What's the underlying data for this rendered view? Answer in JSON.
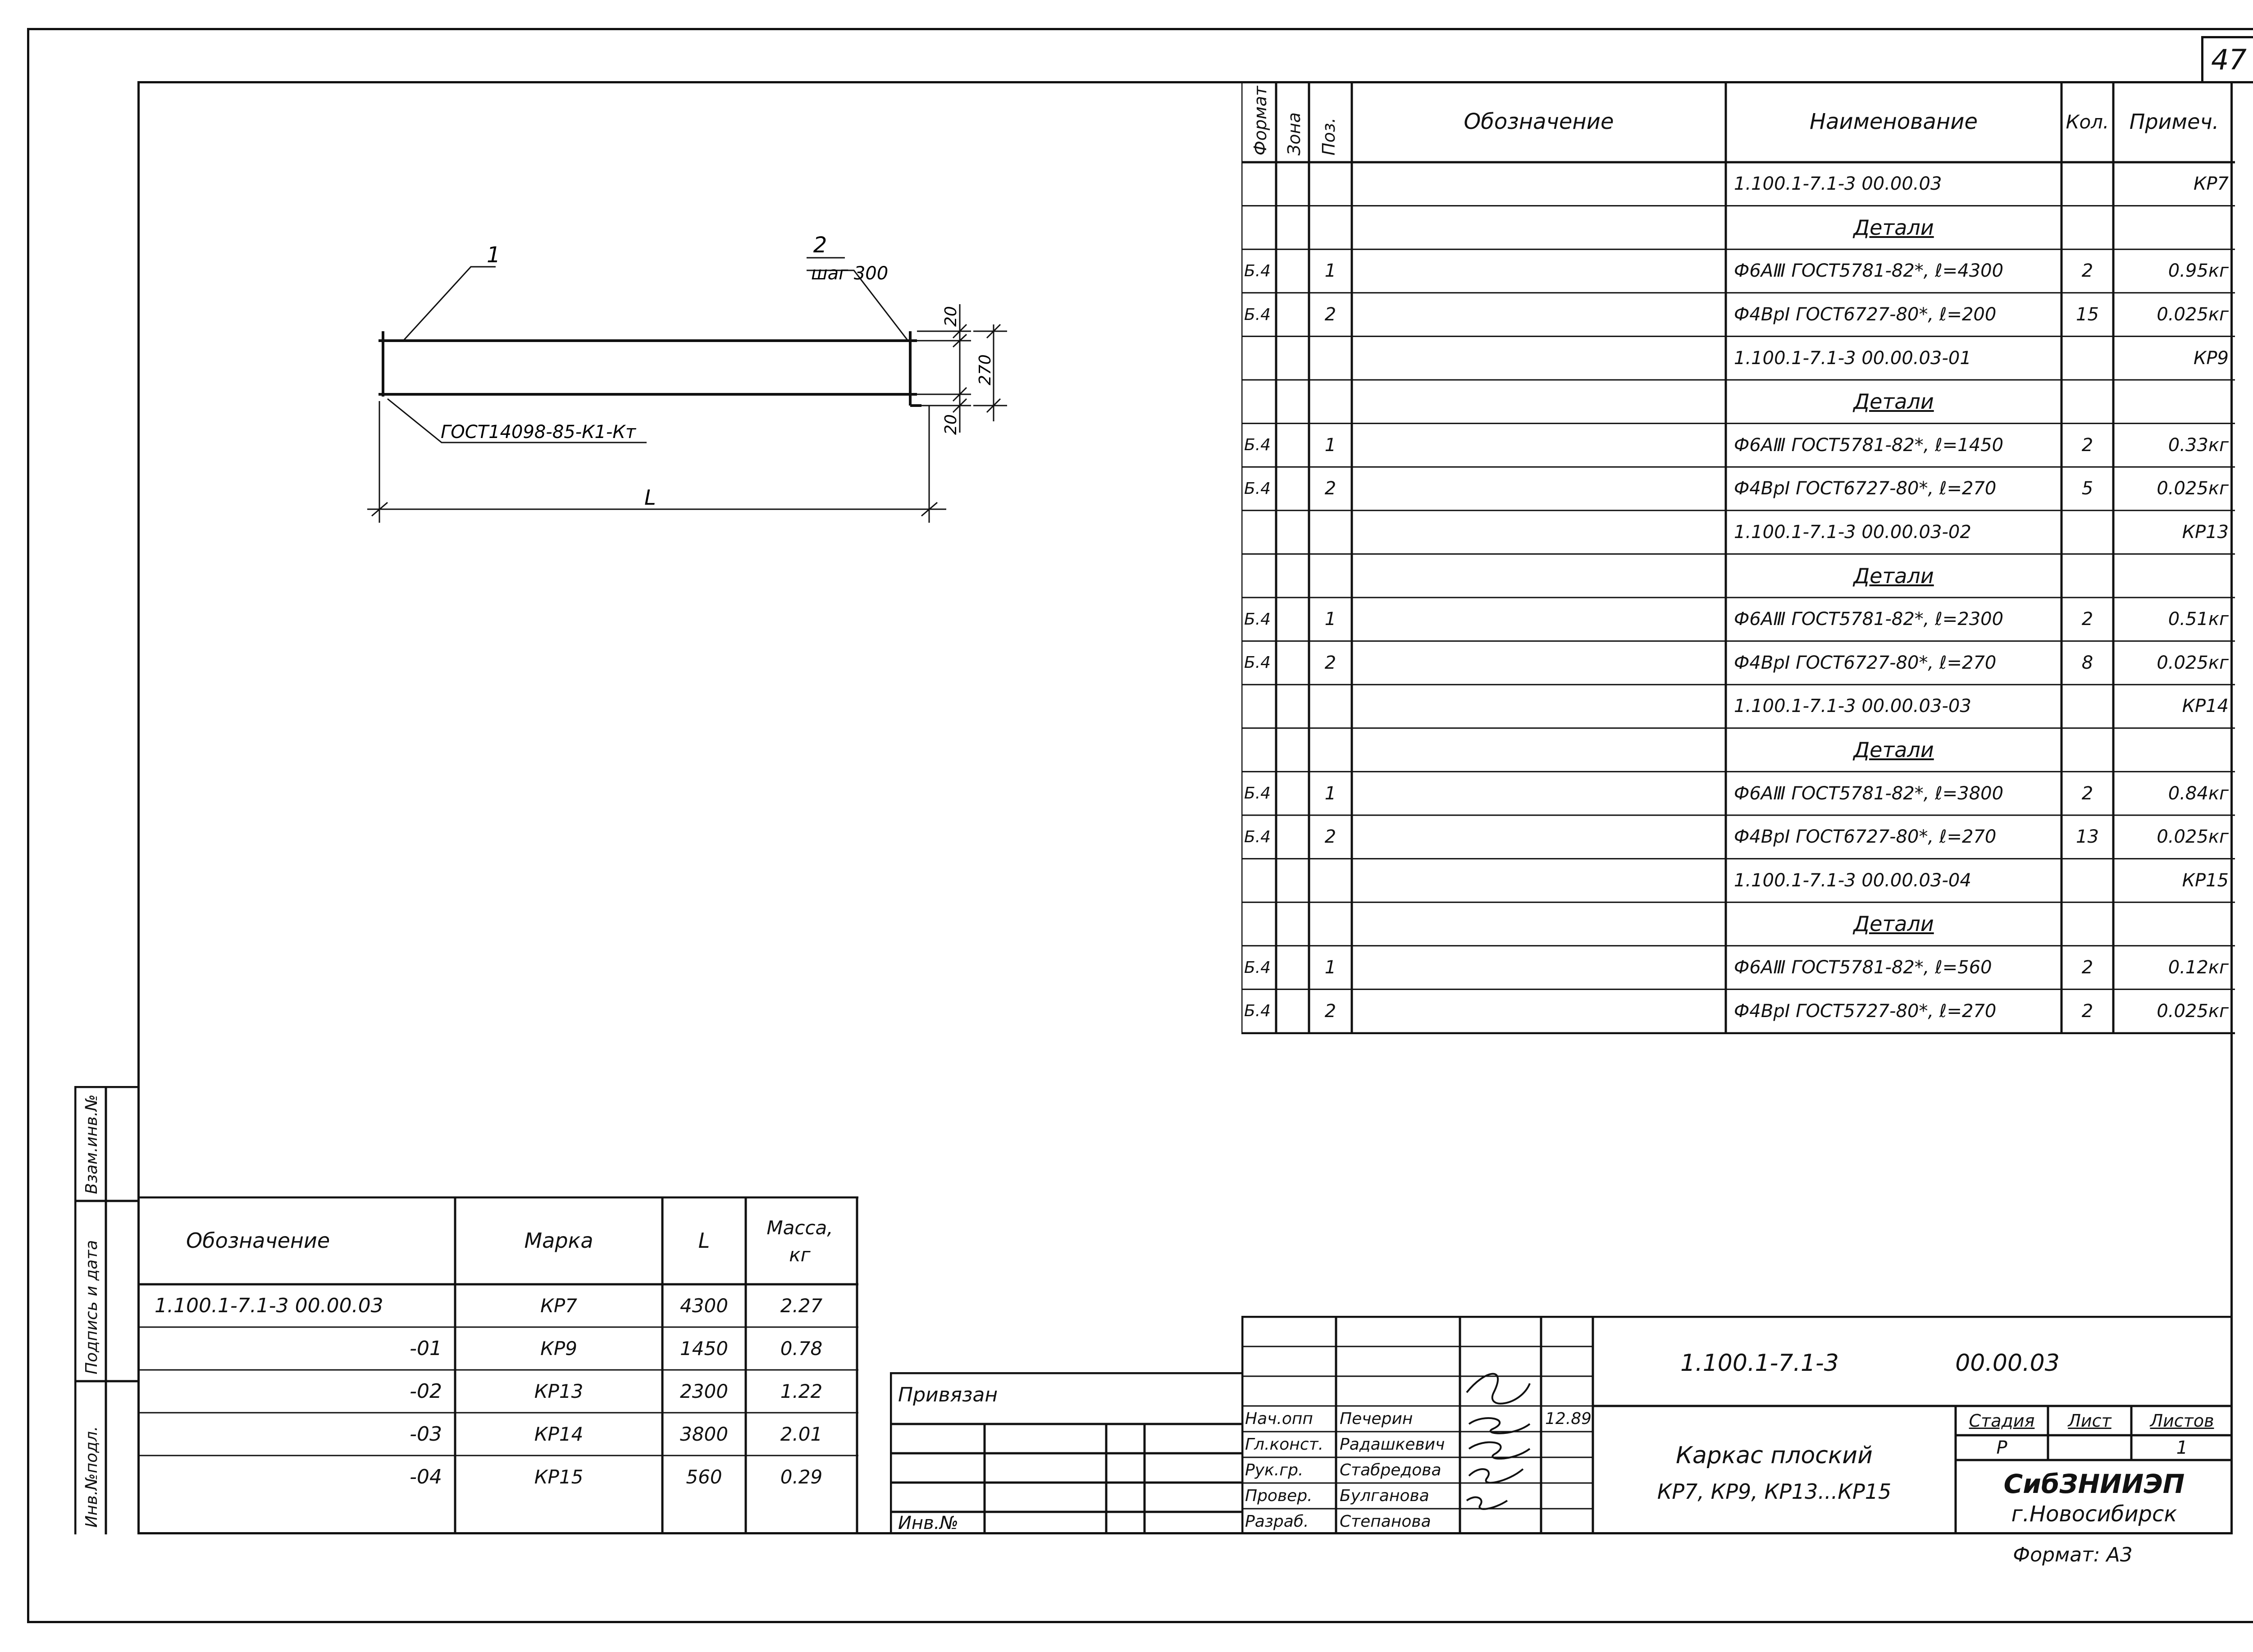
{
  "page_number": "47",
  "spec": {
    "headers": {
      "format": "Формат",
      "zone": "Зона",
      "pos": "Поз.",
      "designation": "Обозначение",
      "name": "Наименование",
      "qty": "Кол.",
      "note": "Примеч."
    },
    "rows": [
      {
        "format": "",
        "pos": "",
        "name": "1.100.1-7.1-3    00.00.03",
        "qty": "",
        "note": "КР7",
        "type": "assembly"
      },
      {
        "format": "",
        "pos": "",
        "name": "Детали",
        "qty": "",
        "note": "",
        "type": "section"
      },
      {
        "format": "Б.4",
        "pos": "1",
        "name": "Ф6АⅢ ГОСТ5781-82*,   ℓ=4300",
        "qty": "2",
        "note": "0.95кг",
        "type": "part"
      },
      {
        "format": "Б.4",
        "pos": "2",
        "name": "Ф4ВрⅠ ГОСТ6727-80*,   ℓ=200",
        "qty": "15",
        "note": "0.025кг",
        "type": "part"
      },
      {
        "format": "",
        "pos": "",
        "name": "1.100.1-7.1-3    00.00.03-01",
        "qty": "",
        "note": "КР9",
        "type": "assembly"
      },
      {
        "format": "",
        "pos": "",
        "name": "Детали",
        "qty": "",
        "note": "",
        "type": "section"
      },
      {
        "format": "Б.4",
        "pos": "1",
        "name": "Ф6АⅢ ГОСТ5781-82*,   ℓ=1450",
        "qty": "2",
        "note": "0.33кг",
        "type": "part"
      },
      {
        "format": "Б.4",
        "pos": "2",
        "name": "Ф4ВрⅠ ГОСТ6727-80*,   ℓ=270",
        "qty": "5",
        "note": "0.025кг",
        "type": "part"
      },
      {
        "format": "",
        "pos": "",
        "name": "1.100.1-7.1-3    00.00.03-02",
        "qty": "",
        "note": "КР13",
        "type": "assembly"
      },
      {
        "format": "",
        "pos": "",
        "name": "Детали",
        "qty": "",
        "note": "",
        "type": "section"
      },
      {
        "format": "Б.4",
        "pos": "1",
        "name": "Ф6АⅢ ГОСТ5781-82*,   ℓ=2300",
        "qty": "2",
        "note": "0.51кг",
        "type": "part"
      },
      {
        "format": "Б.4",
        "pos": "2",
        "name": "Ф4ВрⅠ ГОСТ6727-80*,   ℓ=270",
        "qty": "8",
        "note": "0.025кг",
        "type": "part"
      },
      {
        "format": "",
        "pos": "",
        "name": "1.100.1-7.1-3    00.00.03-03",
        "qty": "",
        "note": "КР14",
        "type": "assembly"
      },
      {
        "format": "",
        "pos": "",
        "name": "Детали",
        "qty": "",
        "note": "",
        "type": "section"
      },
      {
        "format": "Б.4",
        "pos": "1",
        "name": "Ф6АⅢ ГОСТ5781-82*,   ℓ=3800",
        "qty": "2",
        "note": "0.84кг",
        "type": "part"
      },
      {
        "format": "Б.4",
        "pos": "2",
        "name": "Ф4ВрⅠ ГОСТ6727-80*,   ℓ=270",
        "qty": "13",
        "note": "0.025кг",
        "type": "part"
      },
      {
        "format": "",
        "pos": "",
        "name": "1.100.1-7.1-3    00.00.03-04",
        "qty": "",
        "note": "КР15",
        "type": "assembly"
      },
      {
        "format": "",
        "pos": "",
        "name": "Детали",
        "qty": "",
        "note": "",
        "type": "section"
      },
      {
        "format": "Б.4",
        "pos": "1",
        "name": "Ф6АⅢ ГОСТ5781-82*,   ℓ=560",
        "qty": "2",
        "note": "0.12кг",
        "type": "part"
      },
      {
        "format": "Б.4",
        "pos": "2",
        "name": "Ф4ВрⅠ ГОСТ5727-80*,   ℓ=270",
        "qty": "2",
        "note": "0.025кг",
        "type": "part"
      }
    ]
  },
  "drawing": {
    "label_1": "1",
    "label_2": "2",
    "label_step": "шаг 300",
    "weld_note": "ГОСТ14098-85-К1-Кт",
    "dim_20_top": "20",
    "dim_270": "270",
    "dim_20_bottom": "20",
    "dim_L": "L"
  },
  "marks_table": {
    "headers": {
      "designation": "Обозначение",
      "mark": "Марка",
      "l": "L",
      "mass": "Масса, кг"
    },
    "rows": [
      {
        "designation": "1.100.1-7.1-3   00.00.03",
        "mark": "КР7",
        "l": "4300",
        "mass": "2.27"
      },
      {
        "designation": "-01",
        "mark": "КР9",
        "l": "1450",
        "mass": "0.78"
      },
      {
        "designation": "-02",
        "mark": "КР13",
        "l": "2300",
        "mass": "1.22"
      },
      {
        "designation": "-03",
        "mark": "КР14",
        "l": "3800",
        "mass": "2.01"
      },
      {
        "designation": "-04",
        "mark": "КР15",
        "l": "560",
        "mass": "0.29"
      }
    ]
  },
  "side_stamp": {
    "inv_orig": "Инв.№подл.",
    "signature_date": "Подпись и дата",
    "replaces_inv": "Взам.инв.№"
  },
  "binding": {
    "title": "Привязан",
    "inv_no": "Инв.№"
  },
  "title_block": {
    "doc_code": "1.100.1-7.1-3",
    "doc_suffix": "00.00.03",
    "roles": [
      {
        "role": "Нач.опп",
        "name": "Печерин"
      },
      {
        "role": "Гл.конст.",
        "name": "Радашкевич"
      },
      {
        "role": "Рук.гр.",
        "name": "Стабредова"
      },
      {
        "role": "Провер.",
        "name": "Булганова"
      },
      {
        "role": "Разраб.",
        "name": "Степанова"
      }
    ],
    "date": "12.89",
    "title_line1": "Каркас плоский",
    "title_line2": "КР7, КР9, КР13...КР15",
    "stage_label": "Стадия",
    "sheet_label": "Лист",
    "sheets_label": "Листов",
    "stage_value": "Р",
    "sheets_value": "1",
    "org": "СибЗНИИЭП",
    "city": "г.Новосибирск",
    "format_note": "Формат: А3"
  }
}
